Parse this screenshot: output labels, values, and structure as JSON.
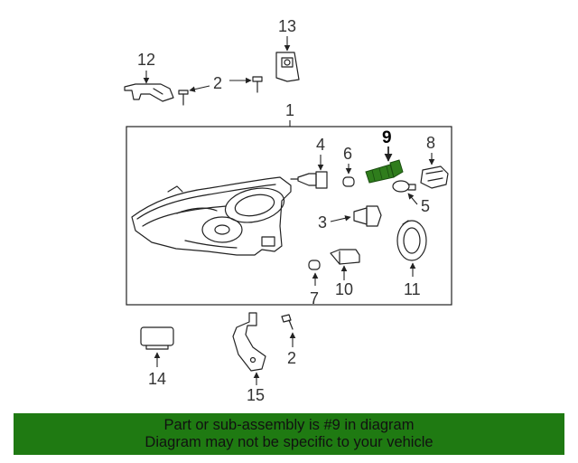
{
  "diagram": {
    "highlight_color": "#2f7d1c",
    "labels": [
      {
        "id": "l13",
        "text": "13"
      },
      {
        "id": "l12",
        "text": "12"
      },
      {
        "id": "l2a",
        "text": "2"
      },
      {
        "id": "l1",
        "text": "1"
      },
      {
        "id": "l4",
        "text": "4"
      },
      {
        "id": "l6",
        "text": "6"
      },
      {
        "id": "l9",
        "text": "9"
      },
      {
        "id": "l8",
        "text": "8"
      },
      {
        "id": "l5",
        "text": "5"
      },
      {
        "id": "l3",
        "text": "3"
      },
      {
        "id": "l7",
        "text": "7"
      },
      {
        "id": "l10",
        "text": "10"
      },
      {
        "id": "l11",
        "text": "11"
      },
      {
        "id": "l14",
        "text": "14"
      },
      {
        "id": "l15",
        "text": "15"
      },
      {
        "id": "l2b",
        "text": "2"
      }
    ]
  },
  "banner": {
    "line1": "Part or sub-assembly is #9 in diagram",
    "line2": "Diagram may not be specific to your vehicle",
    "color": "#1f7a12"
  }
}
